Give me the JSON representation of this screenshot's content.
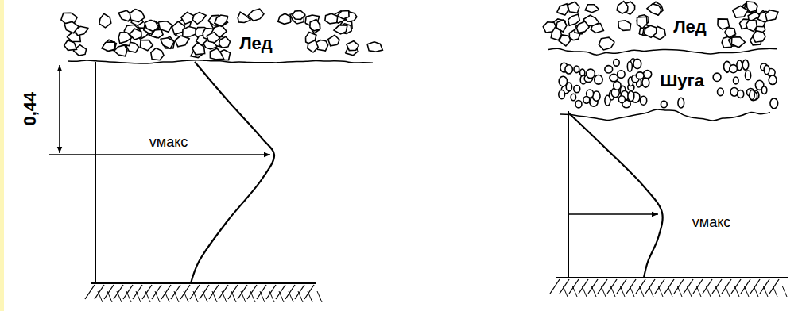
{
  "diagram": {
    "labels": [
      "Лед",
      "0,44",
      "vмакс",
      "Лед",
      "Шуга",
      "vмакс"
    ]
  }
}
